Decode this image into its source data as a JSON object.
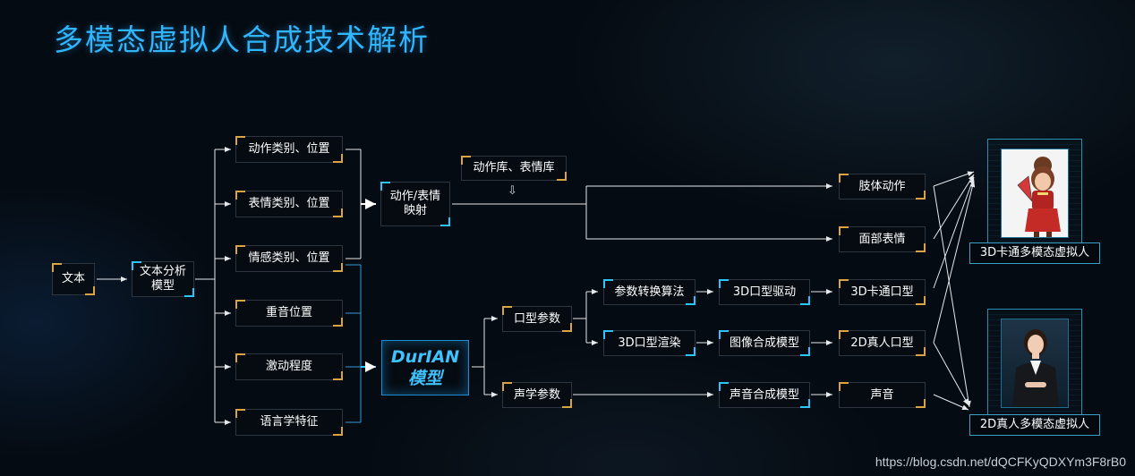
{
  "title": "多模态虚拟人合成技术解析",
  "nodes": {
    "text": "文本",
    "analysis_l1": "文本分析",
    "analysis_l2": "模型",
    "action_pos": "动作类别、位置",
    "expr_pos": "表情类别、位置",
    "emotion_pos": "情感类别、位置",
    "stress": "重音位置",
    "intensity": "激动程度",
    "linguistic": "语言学特征",
    "mapping_l1": "动作/表情",
    "mapping_l2": "映射",
    "library": "动作库、表情库",
    "library_arrow": "⇩",
    "durian_l1": "DurIAN",
    "durian_l2": "模型",
    "mouth_params": "口型参数",
    "acoustic_params": "声学参数",
    "param_algo": "参数转换算法",
    "render_3d": "3D口型渲染",
    "drive_3d": "3D口型驱动",
    "image_synth": "图像合成模型",
    "voice_synth": "声音合成模型",
    "body_action": "肢体动作",
    "face_expr": "面部表情",
    "cartoon_mouth": "3D卡通口型",
    "real_mouth": "2D真人口型",
    "voice": "声音"
  },
  "outputs": {
    "cartoon_avatar": "3D卡通多模态虚拟人",
    "real_avatar": "2D真人多模态虚拟人"
  },
  "watermark": "https://blog.csdn.net/dQCFKyQDXYm3F8rB0",
  "colors": {
    "title": "#2fb6ff",
    "gold_corner": "#d9a441",
    "blue_corner": "#2ec5ff",
    "wire": "#e6e9ec"
  }
}
